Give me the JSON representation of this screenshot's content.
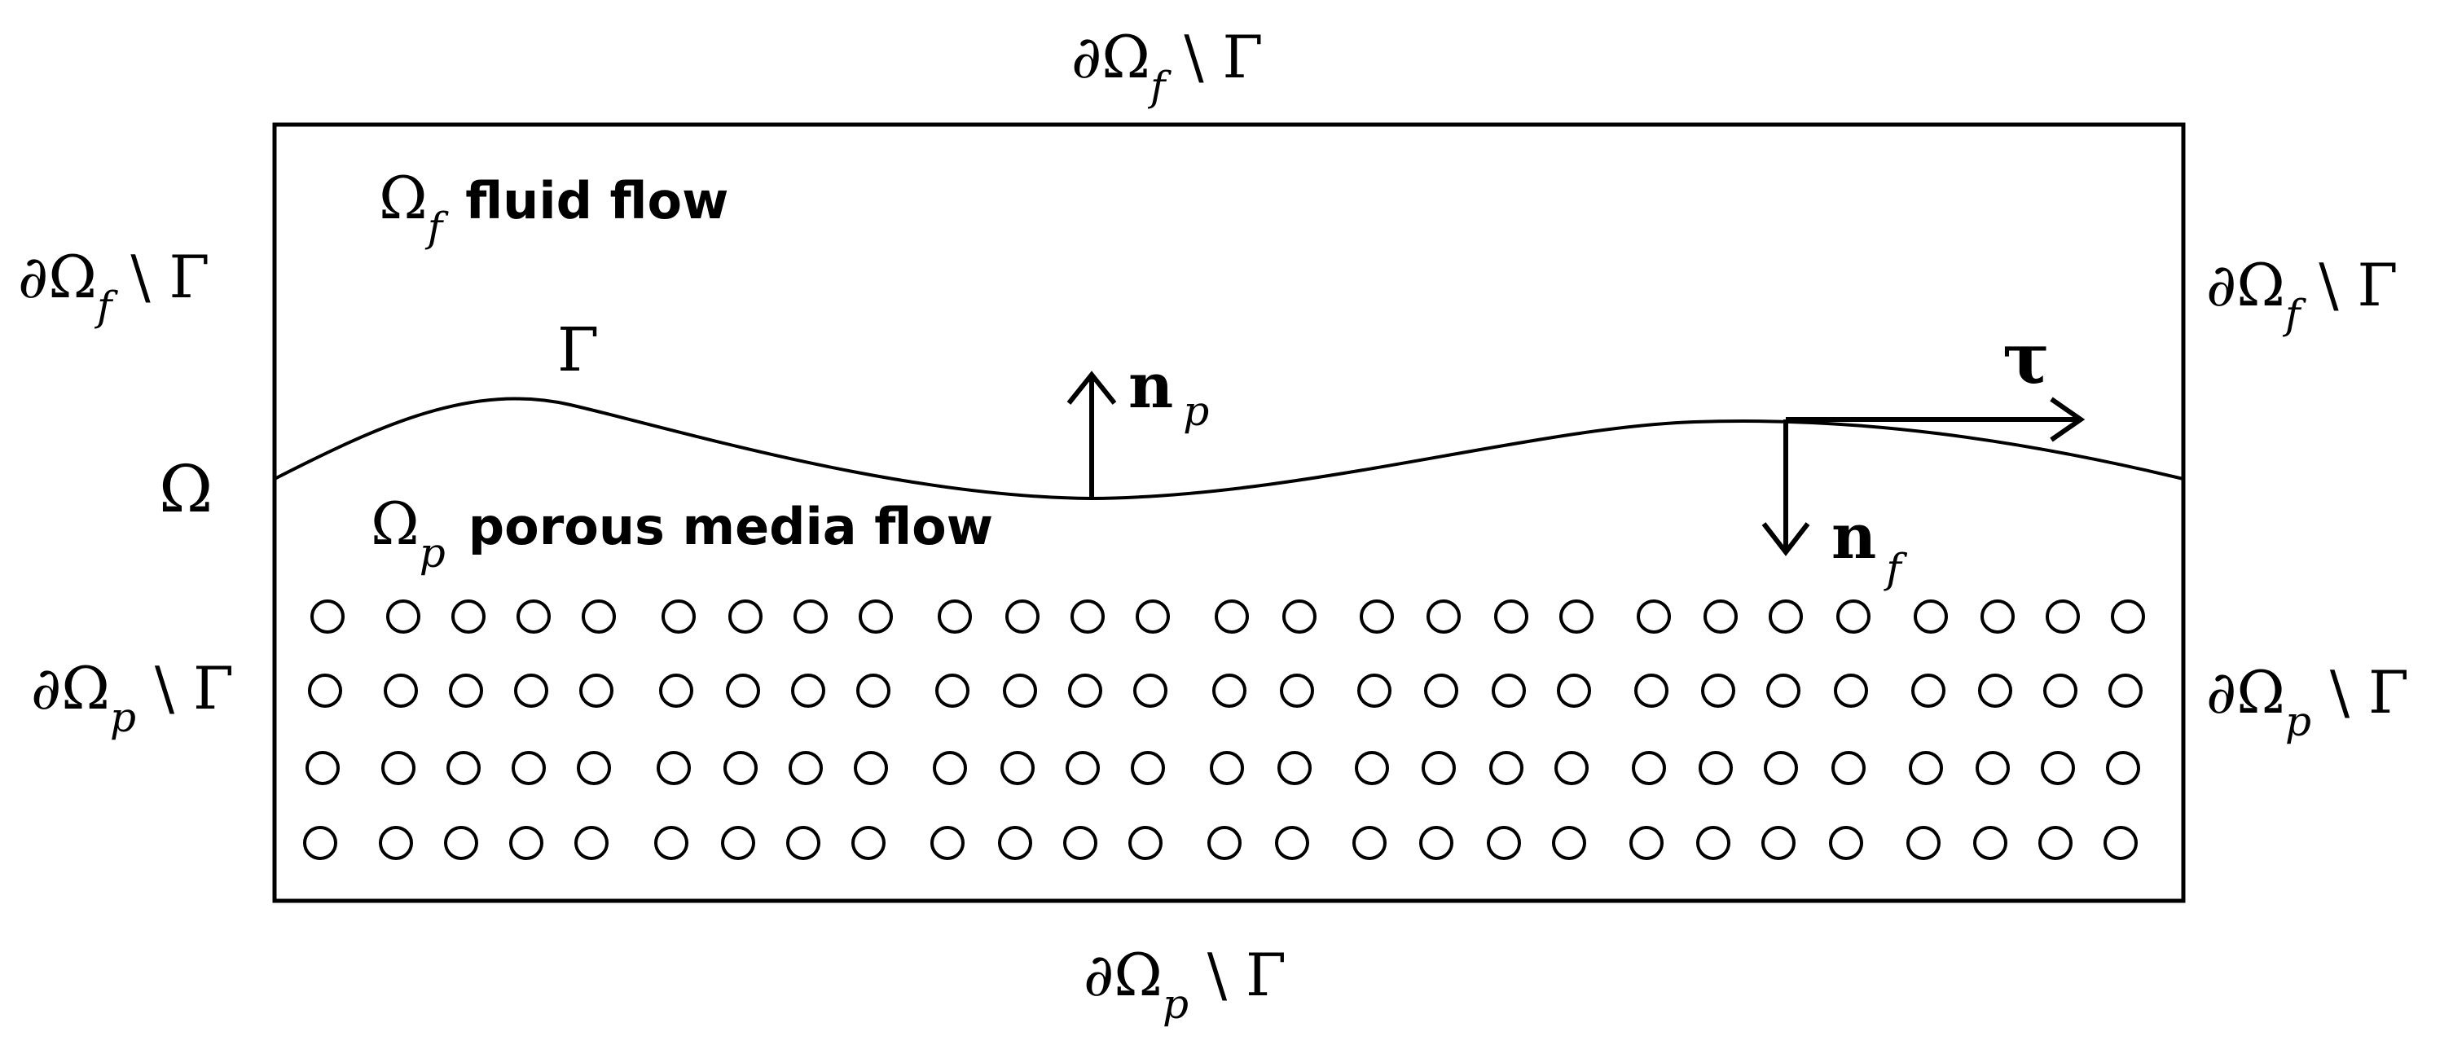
{
  "labels": {
    "top_boundary": {
      "main": "∂Ω",
      "sub": "f",
      "rest": " \\ Γ"
    },
    "left_upper_boundary": {
      "main": "∂Ω",
      "sub": "f",
      "rest": " \\ Γ"
    },
    "right_upper_boundary": {
      "main": "∂Ω",
      "sub": "f",
      "rest": " \\ Γ"
    },
    "left_lower_boundary": {
      "main": "∂Ω",
      "sub": "p",
      "rest": " \\ Γ"
    },
    "right_lower_boundary": {
      "main": "∂Ω",
      "sub": "p",
      "rest": " \\ Γ"
    },
    "bottom_boundary": {
      "main": "∂Ω",
      "sub": "p",
      "rest": " \\ Γ"
    },
    "domain": "Ω",
    "interface": "Γ",
    "fluid_region": {
      "symbol": "Ω",
      "sub": "f",
      "text": "fluid flow"
    },
    "porous_region": {
      "symbol": "Ω",
      "sub": "p",
      "text": "porous media flow"
    },
    "normal_p": {
      "symbol": "n",
      "sub": "p"
    },
    "normal_f": {
      "symbol": "n",
      "sub": "f"
    },
    "tangent": "τ"
  },
  "colors": {
    "ink": "#000000",
    "background": "#ffffff"
  }
}
